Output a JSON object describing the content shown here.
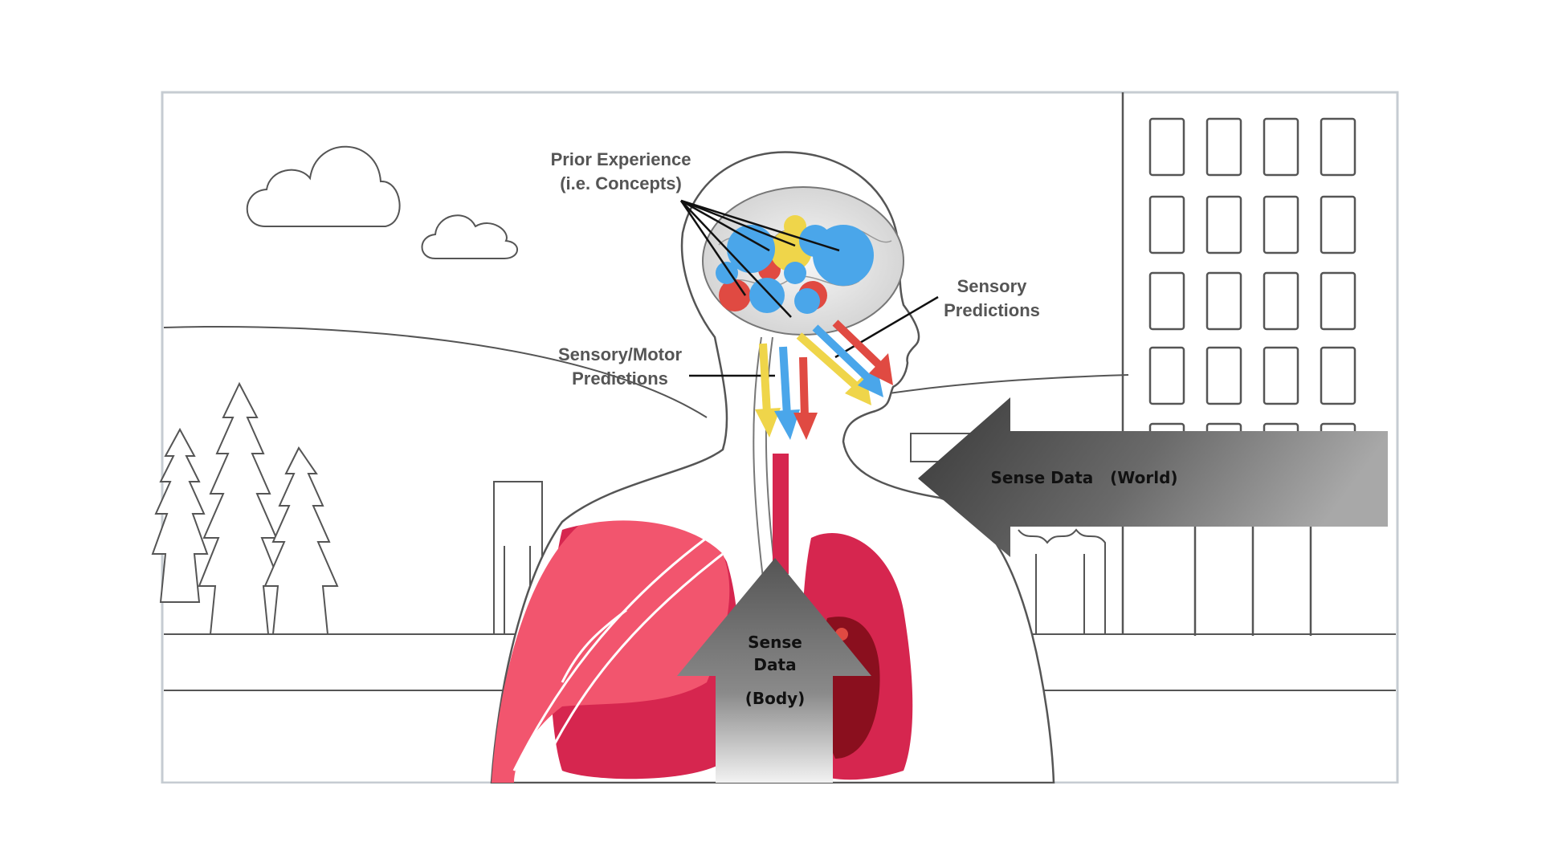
{
  "labels": {
    "prior_experience_line1": "Prior Experience",
    "prior_experience_line2": "(i.e. Concepts)",
    "sensory_predictions_line1": "Sensory",
    "sensory_predictions_line2": "Predictions",
    "sensory_motor_line1": "Sensory/Motor",
    "sensory_motor_line2": "Predictions",
    "sense_data_world": "Sense Data   (World)",
    "sense_data_body_line1": "Sense",
    "sense_data_body_line2": "Data",
    "sense_data_body_line3": "(Body)"
  },
  "colors": {
    "concept_blue": "#4aa6ea",
    "concept_yellow": "#efd54a",
    "concept_red": "#e04a42",
    "lung_pink": "#f2556e",
    "lung_crimson": "#d6264f",
    "heart_dark": "#8a0f1e",
    "outline_gray": "#555555"
  },
  "icons": {
    "clouds": "cloud-icon",
    "trees": "pine-tree-icon",
    "building": "building-icon"
  }
}
